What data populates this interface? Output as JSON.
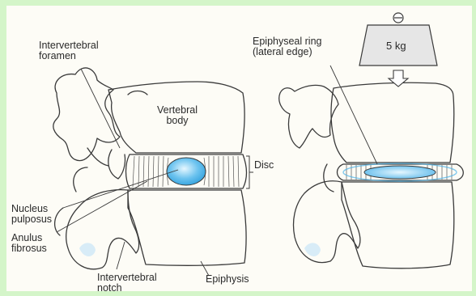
{
  "labels": {
    "intervertebral_foramen": [
      "Intervertebral",
      "foramen"
    ],
    "vertebral_body": [
      "Vertebral",
      "body"
    ],
    "disc": "Disc",
    "nucleus_pulposus": [
      "Nucleus",
      "pulposus"
    ],
    "anulus_fibrosus": [
      "Anulus",
      "fibrosus"
    ],
    "intervertebral_notch": [
      "Intervertebral",
      "notch"
    ],
    "epiphysis": "Epiphysis",
    "epiphyseal_ring": [
      "Epiphyseal ring",
      "(lateral edge)"
    ],
    "weight": "5 kg"
  },
  "colors": {
    "background": "#d4f5c9",
    "paper": "#fdfcf6",
    "line": "#3a3a3a",
    "nucleus": "#4fb3e8",
    "nucleus_highlight": "#cbeeff",
    "weight_fill": "#e6e6e6"
  }
}
